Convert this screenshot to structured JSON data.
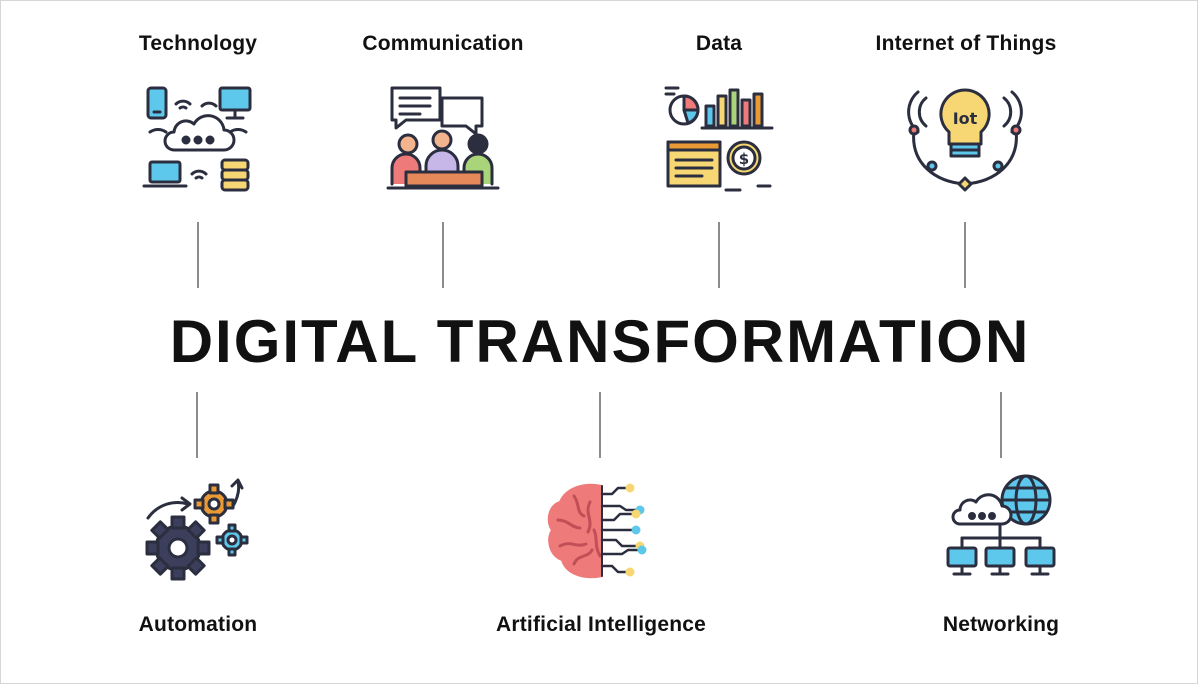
{
  "title": "DIGITAL TRANSFORMATION",
  "top_nodes": [
    {
      "label": "Technology",
      "icon": "technology-icon"
    },
    {
      "label": "Communication",
      "icon": "communication-icon"
    },
    {
      "label": "Data",
      "icon": "data-icon"
    },
    {
      "label": "Internet of Things",
      "icon": "iot-icon",
      "icon_text": "Iot"
    }
  ],
  "bottom_nodes": [
    {
      "label": "Automation",
      "icon": "automation-icon"
    },
    {
      "label": "Artificial Intelligence",
      "icon": "artificial-intelligence-icon"
    },
    {
      "label": "Networking",
      "icon": "networking-icon"
    }
  ],
  "colors": {
    "text": "#111111",
    "connector": "#8c8c8c",
    "outline": "#2b2e3f",
    "blue": "#5ec8ec",
    "yellow": "#f7d774",
    "orange": "#e99a34",
    "red": "#ef7a7a",
    "green": "#a9d47a",
    "navy": "#3c3f5c"
  }
}
